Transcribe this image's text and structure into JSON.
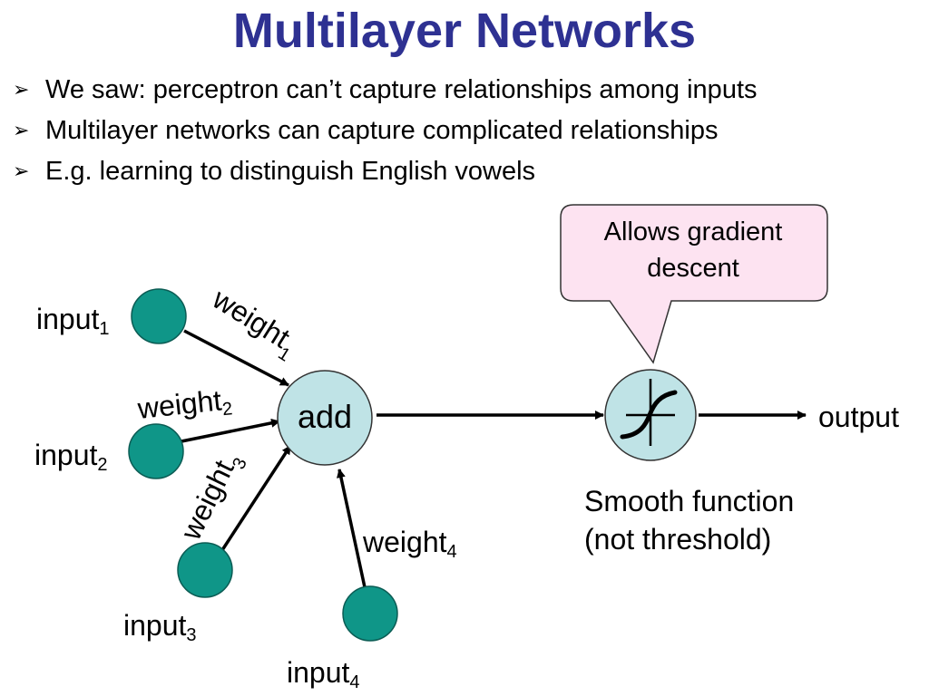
{
  "title": "Multilayer Networks",
  "bullets": [
    "We saw: perceptron can’t capture relationships among inputs",
    "Multilayer networks can capture complicated relationships",
    "E.g. learning to distinguish English vowels"
  ],
  "bullet_marker": "➢",
  "diagram": {
    "adder_label": "add",
    "output_label": "output",
    "callout_line1": "Allows gradient",
    "callout_line2": "descent",
    "smooth_line1": "Smooth function",
    "smooth_line2": "(not threshold)",
    "input_text": "input",
    "weight_text": "weight",
    "inputs": [
      {
        "base": "input",
        "sub": "1"
      },
      {
        "base": "input",
        "sub": "2"
      },
      {
        "base": "input",
        "sub": "3"
      },
      {
        "base": "input",
        "sub": "4"
      }
    ],
    "weights": [
      {
        "base": "weight",
        "sub": "1"
      },
      {
        "base": "weight",
        "sub": "2"
      },
      {
        "base": "weight",
        "sub": "3"
      },
      {
        "base": "weight",
        "sub": "4"
      }
    ]
  },
  "colors": {
    "title": "#2e3192",
    "node_fill": "#0f9688",
    "node_stroke": "#0b5c54",
    "adder_fill": "#bfe3e6",
    "callout_fill": "#fde3f1",
    "line": "#000000"
  }
}
